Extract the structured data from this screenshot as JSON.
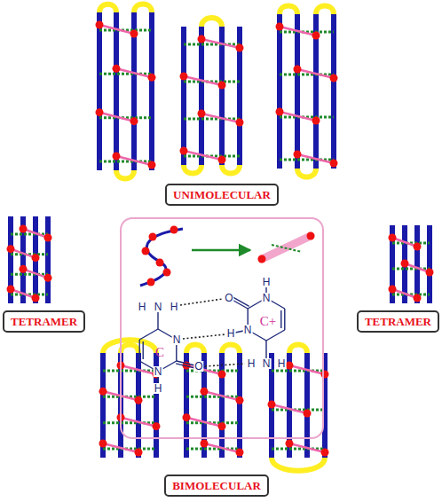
{
  "diagram": {
    "nodes": [
      {
        "text": [
          "UNIMOLECULAR"
        ]
      },
      {
        "text": [
          "TETRAMER"
        ]
      },
      {
        "text": [
          "C",
          "C+"
        ]
      },
      {
        "text": [
          "TETRAMER"
        ]
      },
      {
        "text": [
          "BIMOLECULAR"
        ]
      }
    ],
    "labels": [
      "H",
      "N",
      "H",
      "O",
      "H",
      "N",
      "H",
      "N",
      "N",
      "O",
      "H",
      "N",
      "H",
      "N",
      "H"
    ]
  }
}
